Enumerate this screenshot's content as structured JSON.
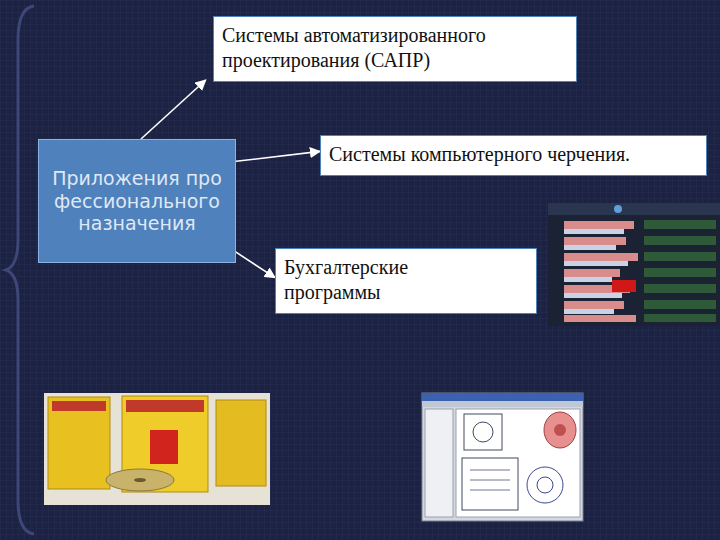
{
  "diagram": {
    "nodes": [
      {
        "text": [
          "Приложения профессионального назначения"
        ]
      },
      {
        "text": [
          "Системы автоматизированного проектирования (САПР)"
        ]
      },
      {
        "text": [
          "Системы компьютерного черчения."
        ]
      },
      {
        "text": [
          "Бухгалтерские программы"
        ]
      }
    ],
    "edges": [
      {
        "from": 0,
        "to": 1,
        "arrow": "to"
      },
      {
        "from": 0,
        "to": 2,
        "arrow": "to"
      },
      {
        "from": 0,
        "to": 3,
        "arrow": "to"
      }
    ]
  }
}
